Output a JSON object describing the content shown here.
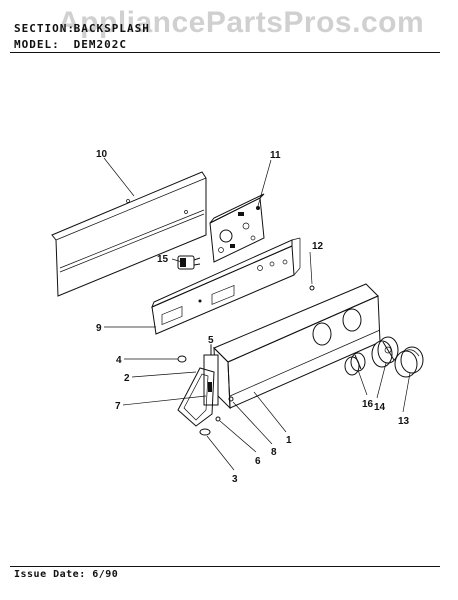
{
  "header": {
    "section_label": "SECTION:",
    "section_value": "BACKSPLASH",
    "model_label": "MODEL:",
    "model_value": "DEM202C"
  },
  "watermark": "AppliancePartsPros.com",
  "footer": {
    "issue": "Issue Date: 6/90"
  },
  "callouts": [
    {
      "id": "c10",
      "text": "10"
    },
    {
      "id": "c11",
      "text": "11"
    },
    {
      "id": "c15",
      "text": "15"
    },
    {
      "id": "c12",
      "text": "12"
    },
    {
      "id": "c9",
      "text": "9"
    },
    {
      "id": "c5",
      "text": "5"
    },
    {
      "id": "c4",
      "text": "4"
    },
    {
      "id": "c2",
      "text": "2"
    },
    {
      "id": "c7",
      "text": "7"
    },
    {
      "id": "c16",
      "text": "16"
    },
    {
      "id": "c14",
      "text": "14"
    },
    {
      "id": "c13",
      "text": "13"
    },
    {
      "id": "c1",
      "text": "1"
    },
    {
      "id": "c8",
      "text": "8"
    },
    {
      "id": "c6",
      "text": "6"
    },
    {
      "id": "c3",
      "text": "3"
    }
  ]
}
